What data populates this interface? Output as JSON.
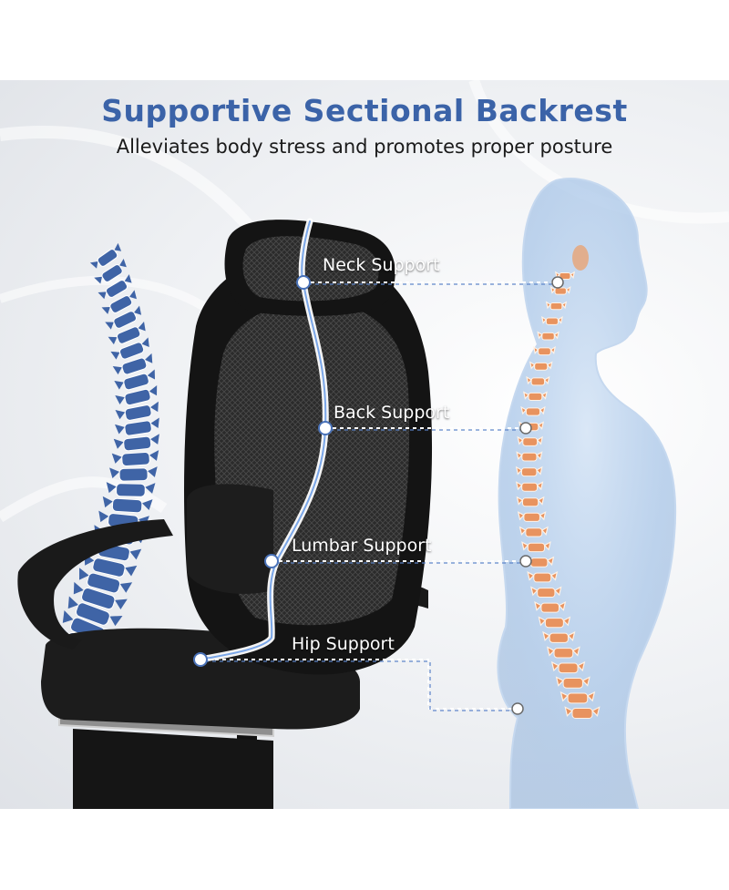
{
  "header": {
    "title": "Supportive Sectional Backrest",
    "subtitle": "Alleviates body stress and promotes proper posture"
  },
  "callouts": [
    {
      "label": "Neck Support"
    },
    {
      "label": "Back Support"
    },
    {
      "label": "Lumbar Support"
    },
    {
      "label": "Hip Support"
    }
  ],
  "colors": {
    "accent": "#3b63a8",
    "spine_blue": "#3f64a6",
    "spine_orange": "#e8935f",
    "body_blue": "#a9c6e8",
    "chair": "#1a1a1a"
  }
}
